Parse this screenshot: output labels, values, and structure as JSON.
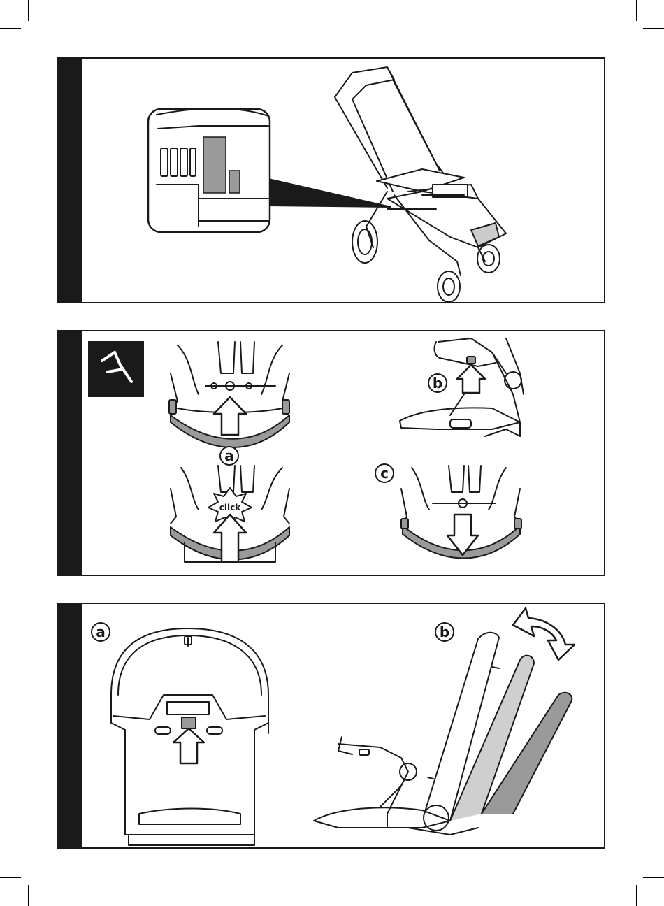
{
  "panels": [
    {
      "id": "panel-1"
    },
    {
      "id": "panel-2",
      "labels": {
        "a": "a",
        "b": "b",
        "c": "c",
        "click": "click"
      }
    },
    {
      "id": "panel-3",
      "labels": {
        "a": "a",
        "b": "b"
      }
    }
  ],
  "icons": {
    "recline-symbol": "seat-recline-icon"
  },
  "colors": {
    "line": "#1a1a1a",
    "shade": "#9a9a9a",
    "light_shade": "#cfcfcf",
    "bar": "#1a1a1a"
  }
}
